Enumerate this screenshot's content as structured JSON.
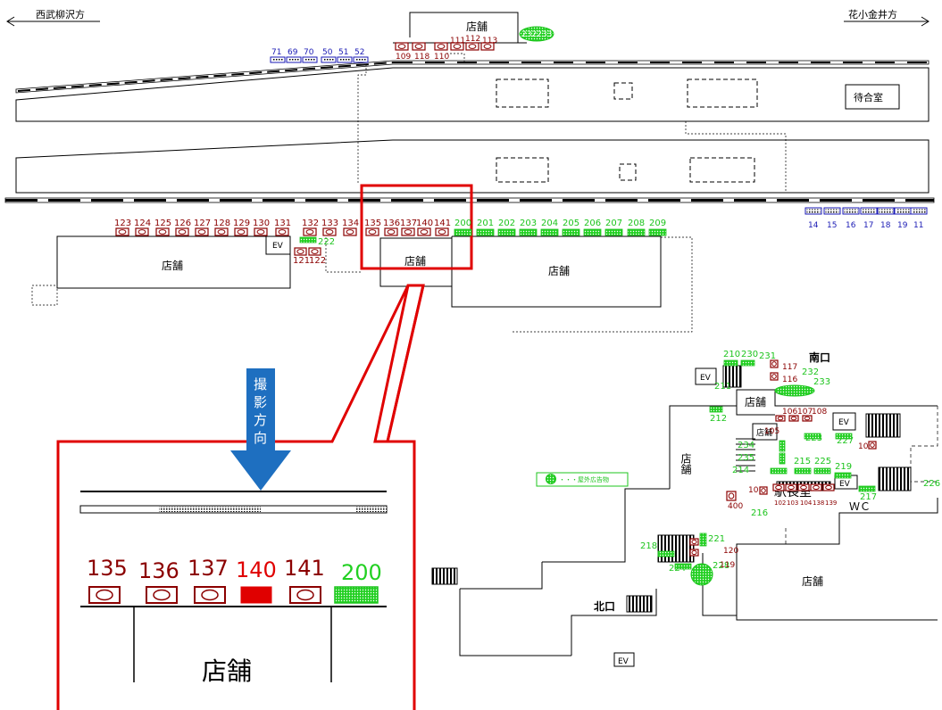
{
  "directions": {
    "left": "西武柳沢方",
    "right": "花小金井方"
  },
  "labels": {
    "shop": "店舗",
    "waiting_room": "待合室",
    "ev": "EV",
    "south_exit": "南口",
    "north_exit": "北口",
    "station_master": "駅長室",
    "wc": "ＷＣ",
    "shop_vertical": "店舗",
    "shooting_direction": "撮影方向",
    "legend_text": "・・・屋外広告物"
  },
  "colors": {
    "red": "#8b0000",
    "green": "#1dc41d",
    "blue": "#1a1ab4",
    "highlight": "#e00000",
    "arrow": "#1e6fc0"
  },
  "blue_ads_top": [
    "71",
    "69",
    "70",
    "50",
    "51",
    "52"
  ],
  "blue_ads_right": [
    "14",
    "15",
    "16",
    "17",
    "18",
    "19",
    "11"
  ],
  "top_red_ads": [
    "109",
    "118",
    "110",
    "111",
    "112",
    "113"
  ],
  "top_green_ads": [
    "232",
    "233"
  ],
  "red_ads_platform": [
    "123",
    "124",
    "125",
    "126",
    "127",
    "128",
    "129",
    "130",
    "131",
    "132",
    "133",
    "134",
    "135",
    "136",
    "137",
    "140",
    "141"
  ],
  "green_ads_platform": [
    "200",
    "201",
    "202",
    "203",
    "204",
    "205",
    "206",
    "207",
    "208",
    "209"
  ],
  "lower_red_ads": [
    "121",
    "122"
  ],
  "lower_green_ads": [
    "222"
  ],
  "concourse": {
    "green": [
      "210",
      "230",
      "231",
      "211",
      "212",
      "232",
      "233",
      "223",
      "227",
      "234",
      "235",
      "214",
      "215",
      "225",
      "219",
      "217",
      "226",
      "216",
      "218",
      "221",
      "228",
      "224",
      "220"
    ],
    "red": [
      "117",
      "116",
      "105",
      "106",
      "107",
      "108",
      "100",
      "101",
      "102",
      "103",
      "104",
      "138",
      "139",
      "120",
      "119",
      "400"
    ]
  },
  "zoom": {
    "ads": [
      {
        "num": "135",
        "kind": "red"
      },
      {
        "num": "136",
        "kind": "red"
      },
      {
        "num": "137",
        "kind": "red"
      },
      {
        "num": "140",
        "kind": "highlight"
      },
      {
        "num": "141",
        "kind": "red"
      },
      {
        "num": "200",
        "kind": "green"
      }
    ]
  }
}
